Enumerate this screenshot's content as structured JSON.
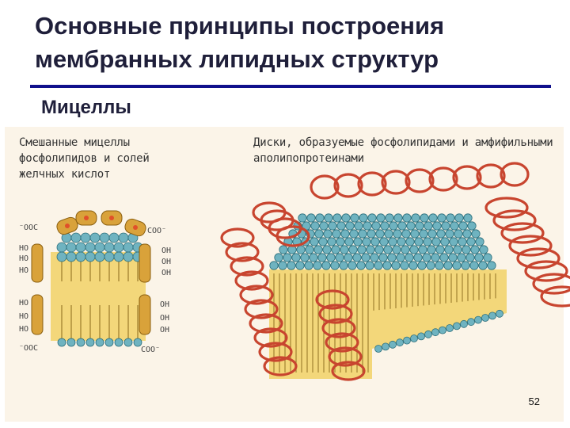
{
  "slide": {
    "title_line1": "Основные принципы построения",
    "title_line2": "мембранных липидных структур",
    "subtitle": "Мицеллы",
    "page_number": "52"
  },
  "figure": {
    "left_caption": "Смешанные мицеллы фосфолипидов и солей желчных кислот",
    "right_caption": "Диски, образуемые фосфолипидами и амфифильными аполипопротеинами",
    "labels": {
      "coo_top_left": "⁻OOC",
      "coo_top_right": "COO⁻",
      "coo_bottom_left": "⁻OOC",
      "coo_bottom_right": "COO⁻",
      "ho": "HO",
      "oh": "OH"
    }
  },
  "colors": {
    "title": "#1f1f3a",
    "rule": "#10108c",
    "lipid_head": "#6fb3c0",
    "tail_zone": "#f3d77a",
    "bile_salt": "#d9a23a",
    "protein": "#c8452f"
  }
}
